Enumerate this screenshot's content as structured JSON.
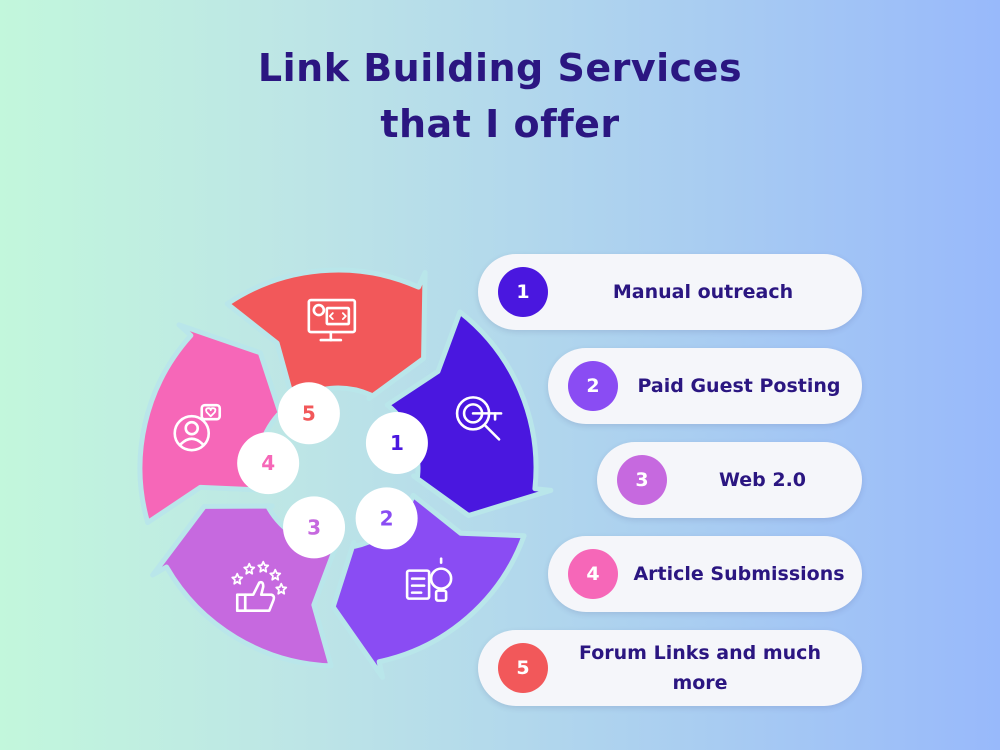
{
  "title": {
    "line1": "Link Building Services",
    "line2": "that I offer"
  },
  "services": [
    {
      "num": "1",
      "label": "Manual outreach",
      "color": "#4a17df",
      "icon": "search-key-icon"
    },
    {
      "num": "2",
      "label": "Paid Guest Posting",
      "color": "#8a4cf3",
      "icon": "lightbulb-idea-icon"
    },
    {
      "num": "3",
      "label": "Web 2.0",
      "color": "#c669df",
      "icon": "thumbs-up-stars-icon"
    },
    {
      "num": "4",
      "label": "Article Submissions",
      "color": "#f667b8",
      "icon": "user-profile-heart-icon"
    },
    {
      "num": "5",
      "label": "Forum Links and much more",
      "color": "#f2585a",
      "icon": "monitor-code-icon"
    }
  ]
}
